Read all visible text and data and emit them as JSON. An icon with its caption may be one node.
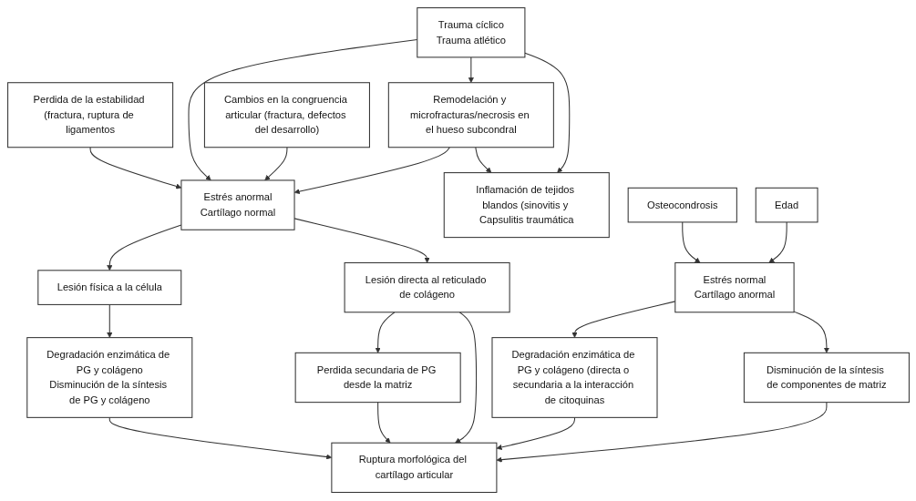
{
  "diagram": {
    "nodes": [
      {
        "text": [
          "Trauma cíclico",
          "Trauma atlético"
        ]
      },
      {
        "text": [
          "Perdida de la estabilidad (fractura, ruptura de ligamentos"
        ]
      },
      {
        "text": [
          "Estrés anormal",
          "Cartílago normal"
        ]
      },
      {
        "text": [
          "Remodelación y microfracturas/necrosis en el hueso subcondral"
        ]
      },
      {
        "text": [
          "Inflamación de tejidos blandos (sinovitis y Capsulitis traumática"
        ]
      },
      {
        "text": [
          "Cambios en la congruencia articular (fractura, defectos del desarrollo)"
        ]
      },
      {
        "text": [
          "Osteocondrosis"
        ]
      },
      {
        "text": [
          "Estrés normal",
          "Cartílago anormal"
        ]
      },
      {
        "text": [
          "Lesión física a la célula"
        ]
      },
      {
        "text": [
          "Edad"
        ]
      },
      {
        "text": [
          "Lesión directa al reticulado de colágeno"
        ]
      },
      {
        "text": [
          "Degradación enzimática de PG y colágeno",
          "Disminución de la síntesis de PG y colágeno"
        ]
      },
      {
        "text": [
          "Degradación enzimática de PG y colágeno (directa o secundaria a la interacción de citoquinas"
        ]
      },
      {
        "text": [
          "Disminución de la síntesis de componentes de matriz"
        ]
      },
      {
        "text": [
          "Perdida secundaria de PG desde la matriz"
        ]
      },
      {
        "text": [
          "Ruptura morfológica del cartílago articular"
        ]
      }
    ],
    "edges": [
      {
        "from": 0,
        "to": 2,
        "arrow": "to"
      },
      {
        "from": 0,
        "to": 3,
        "arrow": "to"
      },
      {
        "from": 0,
        "to": 4,
        "arrow": "to"
      },
      {
        "from": 3,
        "to": 2,
        "arrow": "to"
      },
      {
        "from": 3,
        "to": 4,
        "arrow": "to"
      },
      {
        "from": 1,
        "to": 2,
        "arrow": "to"
      },
      {
        "from": 5,
        "to": 2,
        "arrow": "to"
      },
      {
        "from": 2,
        "to": 8,
        "arrow": "to"
      },
      {
        "from": 2,
        "to": 10,
        "arrow": "to"
      },
      {
        "from": 8,
        "to": 11,
        "arrow": "to"
      },
      {
        "from": 6,
        "to": 7,
        "arrow": "to"
      },
      {
        "from": 9,
        "to": 7,
        "arrow": "to"
      },
      {
        "from": 7,
        "to": 12,
        "arrow": "to"
      },
      {
        "from": 7,
        "to": 13,
        "arrow": "to"
      },
      {
        "from": 10,
        "to": 14,
        "arrow": "to"
      },
      {
        "from": 10,
        "to": 15,
        "arrow": "to"
      },
      {
        "from": 14,
        "to": 15,
        "arrow": "to"
      },
      {
        "from": 11,
        "to": 15,
        "arrow": "to"
      },
      {
        "from": 12,
        "to": 15,
        "arrow": "to"
      },
      {
        "from": 13,
        "to": 15,
        "arrow": "to"
      }
    ]
  }
}
